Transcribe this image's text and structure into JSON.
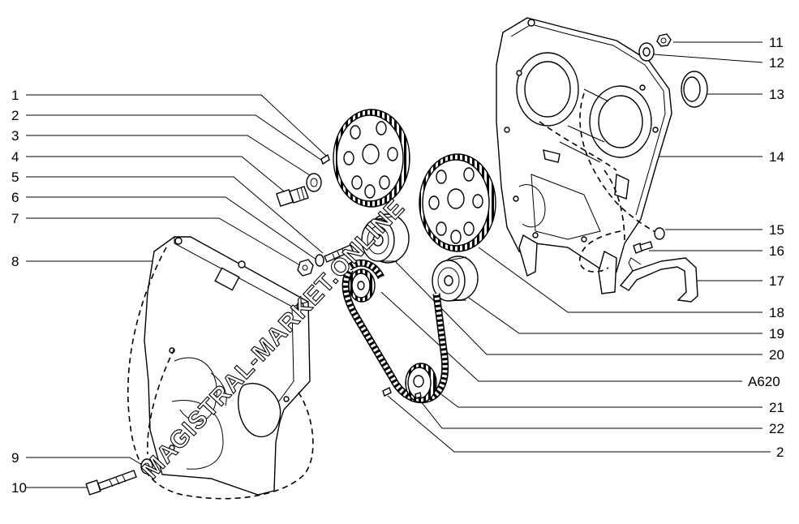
{
  "callouts_left": [
    "1",
    "2",
    "3",
    "4",
    "5",
    "6",
    "7",
    "8",
    "9",
    "10"
  ],
  "callouts_right": [
    "11",
    "12",
    "13",
    "14",
    "15",
    "16",
    "17",
    "18",
    "19",
    "20",
    "A620",
    "21",
    "22",
    "2"
  ],
  "watermark": "MAGISTRAL-MARKET.ONLINE",
  "colors": {
    "line": "#000000",
    "background": "#ffffff"
  }
}
